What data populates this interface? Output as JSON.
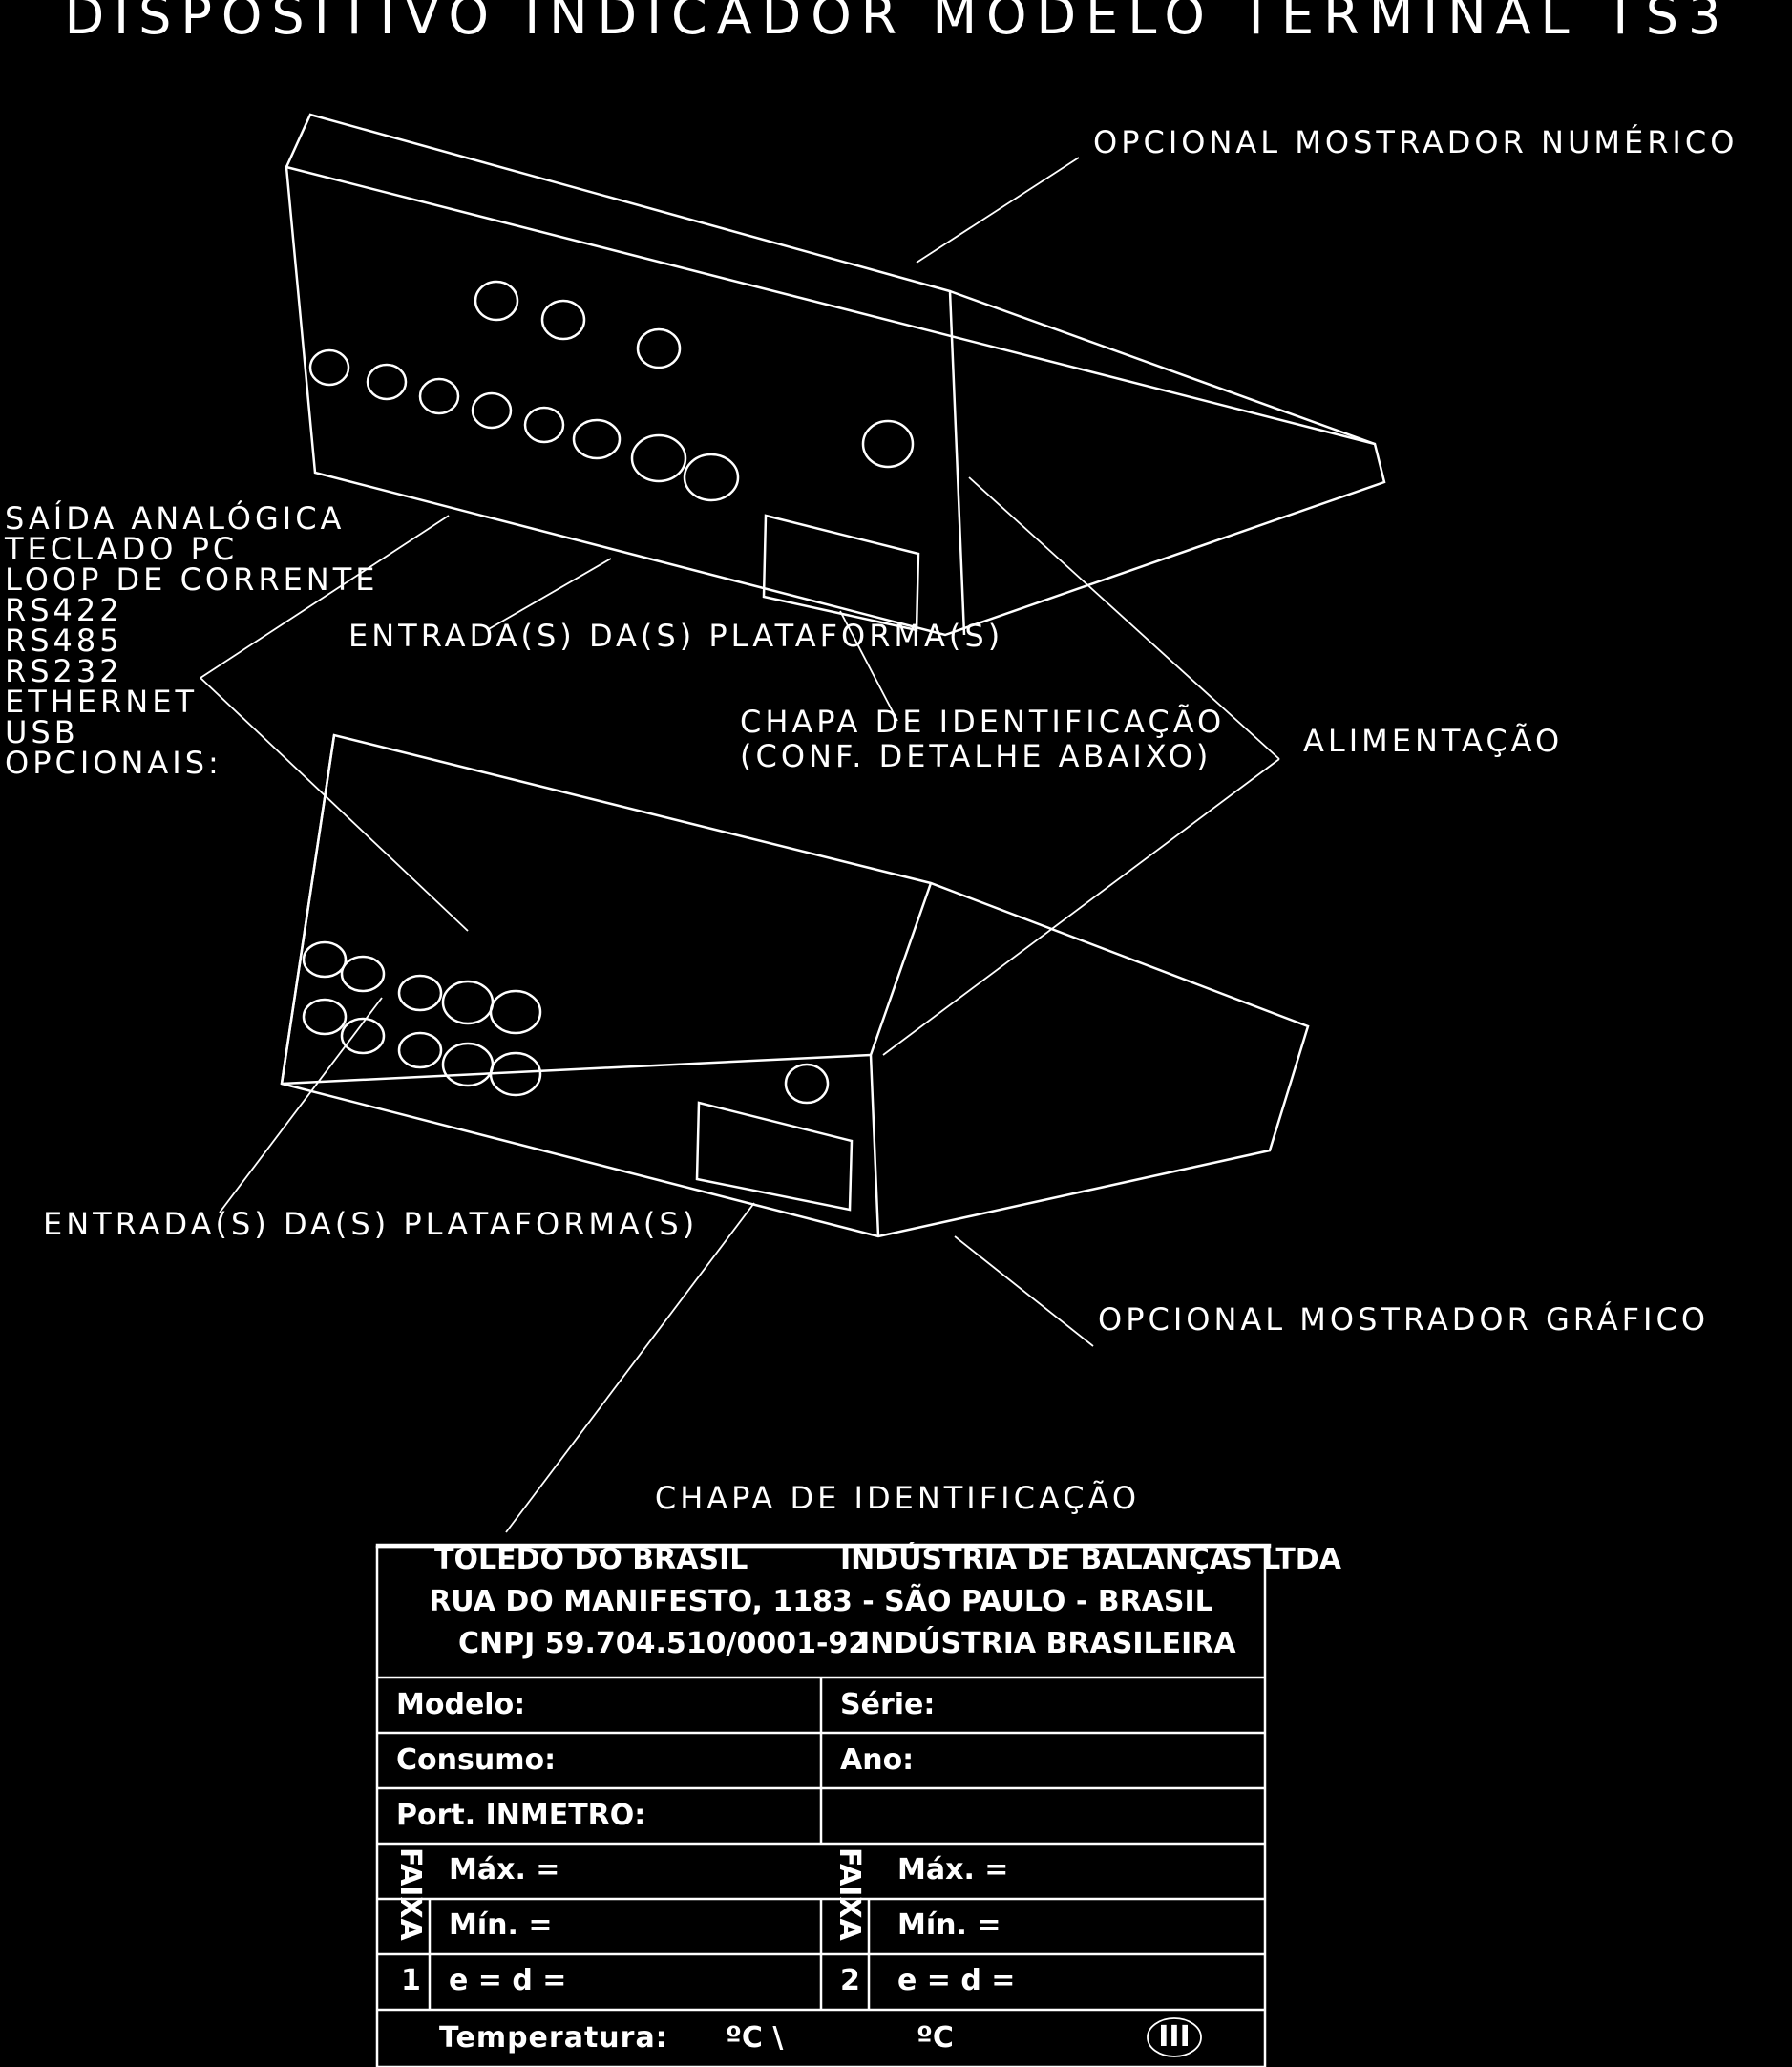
{
  "title": "DISPOSITIVO INDICADOR MODELO TERMINAL TS3",
  "plate": {
    "title": "CHAPA DE IDENTIFICAÇÃO",
    "company": "TOLEDO DO BRASIL",
    "company_sub": "INDÚSTRIA DE BALANÇAS LTDA",
    "address": "RUA DO MANIFESTO, 1183  -  SÃO PAULO  -  BRASIL",
    "cnpj": "CNPJ  59.704.510/0001-92",
    "origin": "INDÚSTRIA BRASILEIRA",
    "modelo": "Modelo:",
    "serie": "Série:",
    "consumo": "Consumo:",
    "ano": "Ano:",
    "port": "Port. INMETRO:",
    "max1": "Máx. =",
    "min1": "Mín. =",
    "ed1": "e = d =",
    "max2": "Máx. =",
    "min2": "Mín. =",
    "ed2": "e = d =",
    "faixa": "FAIXA",
    "n1": "1",
    "n2": "2",
    "temp": "Temperatura:",
    "temp_c1": "ºC \\",
    "temp_c2": "ºC",
    "class": "III"
  },
  "labels": {
    "grafico": "OPCIONAL MOSTRADOR GRÁFICO",
    "numerico": "OPCIONAL MOSTRADOR NUMÉRICO",
    "entradas_top": "ENTRADA(S) DA(S) PLATAFORMA(S)",
    "entradas_bottom": "ENTRADA(S) DA(S) PLATAFORMA(S)",
    "alimentacao": "ALIMENTAÇÃO",
    "chapa": "CHAPA DE IDENTIFICAÇÃO",
    "conf_detalhe": "(CONF. DETALHE ABAIXO)",
    "opcionais": [
      "OPCIONAIS:",
      "USB",
      "ETHERNET",
      "RS232",
      "RS485",
      "RS422",
      "LOOP DE CORRENTE",
      "TECLADO PC",
      "SAÍDA ANALÓGICA"
    ]
  }
}
